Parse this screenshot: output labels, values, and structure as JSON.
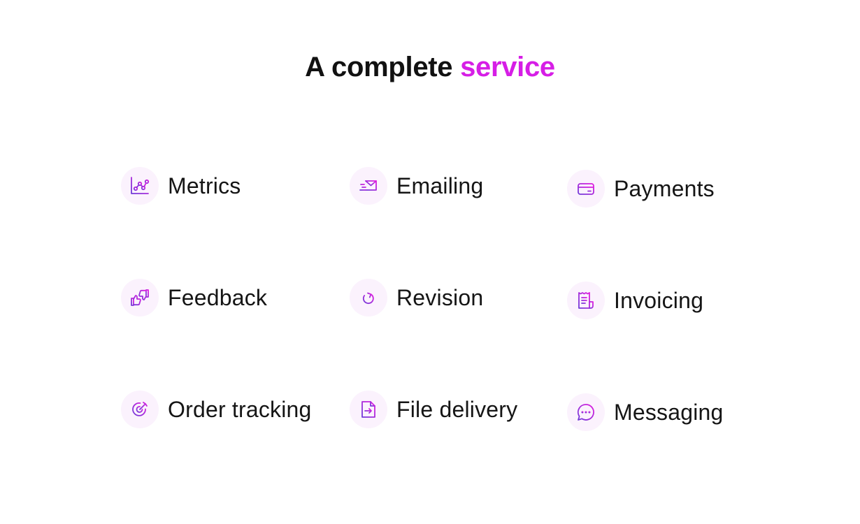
{
  "heading": {
    "main": "A complete",
    "accent": "service"
  },
  "colors": {
    "accent": "#d61ee6",
    "icon_gradient_start": "#6f3bd8",
    "icon_gradient_end": "#e11ddf",
    "icon_background": "#fbf2fd",
    "text": "#151515"
  },
  "features": [
    {
      "label": "Metrics",
      "icon": "chart-icon"
    },
    {
      "label": "Emailing",
      "icon": "send-mail-icon"
    },
    {
      "label": "Payments",
      "icon": "credit-card-icon"
    },
    {
      "label": "Feedback",
      "icon": "thumbs-up-down-icon"
    },
    {
      "label": "Revision",
      "icon": "refresh-icon"
    },
    {
      "label": "Invoicing",
      "icon": "receipt-icon"
    },
    {
      "label": "Order tracking",
      "icon": "target-icon"
    },
    {
      "label": "File delivery",
      "icon": "file-arrow-icon"
    },
    {
      "label": "Messaging",
      "icon": "chat-bubble-icon"
    }
  ]
}
